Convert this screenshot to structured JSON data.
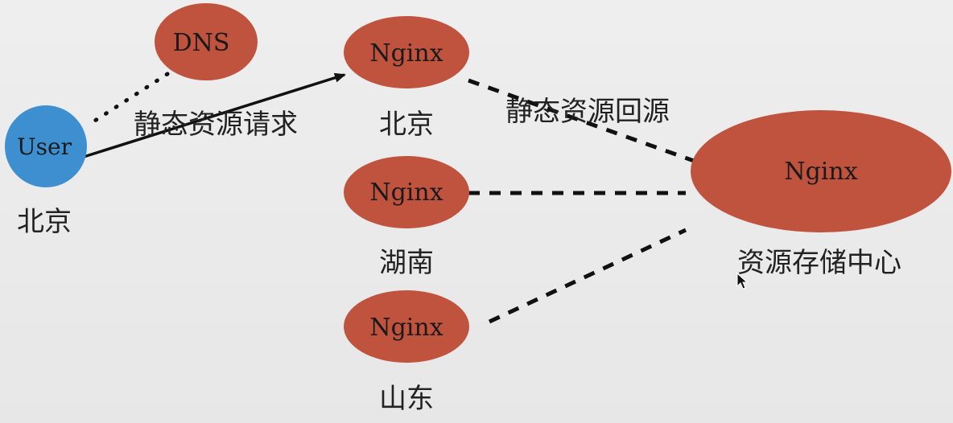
{
  "colors": {
    "nginx": "#c0533e",
    "user": "#3e8fd0",
    "line": "#111111",
    "text": "#222222"
  },
  "nodes": {
    "dns": {
      "label": "DNS"
    },
    "user": {
      "label": "User",
      "caption": "北京"
    },
    "nginx_beijing": {
      "label": "Nginx",
      "caption": "北京"
    },
    "nginx_hunan": {
      "label": "Nginx",
      "caption": "湖南"
    },
    "nginx_shandong": {
      "label": "Nginx",
      "caption": "山东"
    },
    "storage_center": {
      "label": "Nginx",
      "caption": "资源存储中心"
    }
  },
  "edges": {
    "static_request": {
      "label": "静态资源请求"
    },
    "origin_fetch": {
      "label": "静态资源回源"
    }
  },
  "icons": {
    "cursor": "mouse-cursor-icon"
  }
}
